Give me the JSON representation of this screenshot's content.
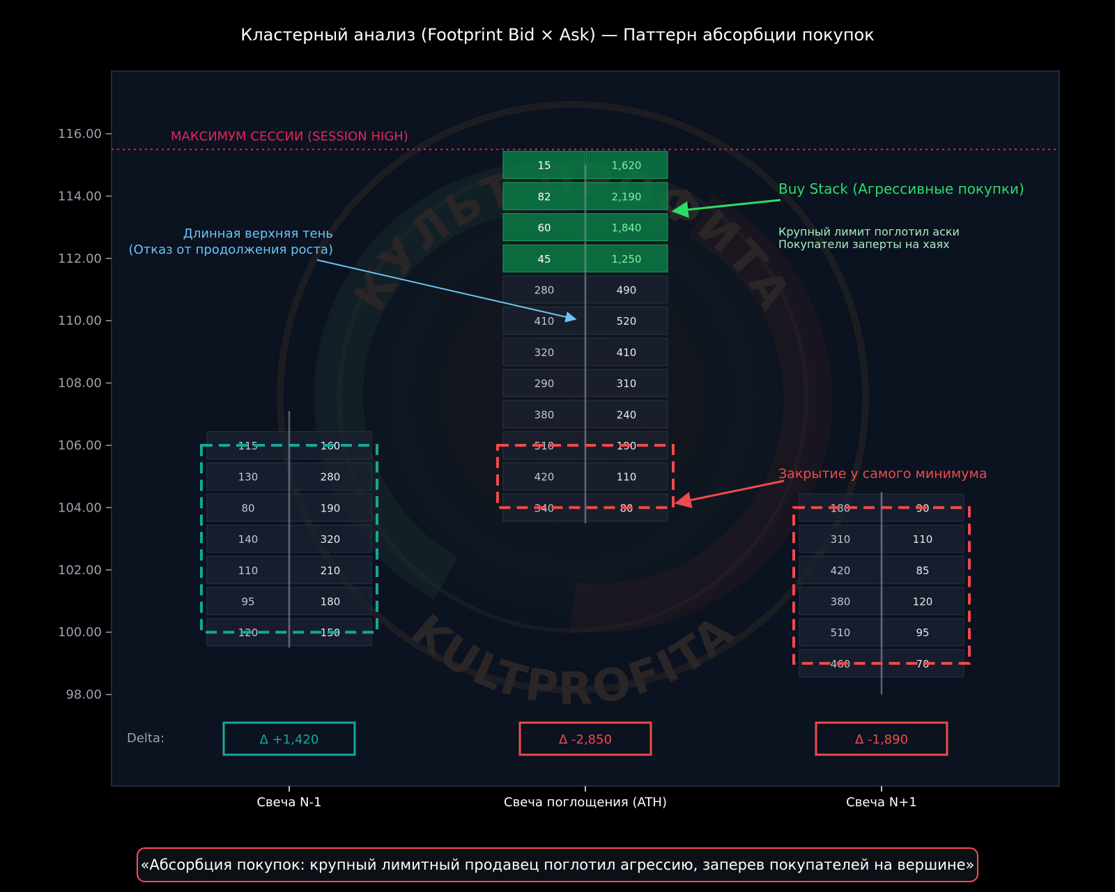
{
  "title": "Кластерный анализ (Footprint Bid × Ask) — Паттерн абсорбции покупок",
  "colors": {
    "background": "#000000",
    "plot_bg": "#0b1220",
    "cell": "#1b2230",
    "buy_stack": "#0b7a45",
    "buy_green": "#2bdc6a",
    "teal": "#14a89a",
    "red": "#ef4b4b",
    "session_high": "#e6245d",
    "annotation_blue": "#6cc3f5",
    "tick_text": "#9aa3b2"
  },
  "chart_data": {
    "type": "footprint",
    "y_ticks": [
      "116.00",
      "114.00",
      "112.00",
      "110.00",
      "108.00",
      "106.00",
      "104.00",
      "102.00",
      "100.00",
      "98.00"
    ],
    "ylim": [
      95.2,
      117.5
    ],
    "grid": false,
    "session_high": {
      "label": "МАКСИМУМ СЕССИИ (SESSION HIGH)",
      "value": 115.5
    },
    "delta_label": "Delta:",
    "candles": [
      {
        "name": "Свеча N-1",
        "wick": [
          99.5,
          107.1
        ],
        "highlight": {
          "color": "teal",
          "from": 100.0,
          "to": 106.0
        },
        "delta": "Δ +1,420",
        "delta_color": "teal",
        "rows": [
          {
            "price": 106.0,
            "bid": "115",
            "ask": "160"
          },
          {
            "price": 105.0,
            "bid": "130",
            "ask": "280"
          },
          {
            "price": 104.0,
            "bid": "80",
            "ask": "190"
          },
          {
            "price": 103.0,
            "bid": "140",
            "ask": "320"
          },
          {
            "price": 102.0,
            "bid": "110",
            "ask": "210"
          },
          {
            "price": 101.0,
            "bid": "95",
            "ask": "180"
          },
          {
            "price": 100.0,
            "bid": "120",
            "ask": "150"
          }
        ]
      },
      {
        "name": "Свеча поглощения (ATH)",
        "wick": [
          103.5,
          115.0
        ],
        "highlight": {
          "color": "red",
          "from": 104.0,
          "to": 106.0
        },
        "delta": "Δ -2,850",
        "delta_color": "red",
        "rows": [
          {
            "price": 115.0,
            "bid": "15",
            "ask": "1,620",
            "stack": true
          },
          {
            "price": 114.0,
            "bid": "82",
            "ask": "2,190",
            "stack": true
          },
          {
            "price": 113.0,
            "bid": "60",
            "ask": "1,840",
            "stack": true
          },
          {
            "price": 112.0,
            "bid": "45",
            "ask": "1,250",
            "stack": true
          },
          {
            "price": 111.0,
            "bid": "280",
            "ask": "490"
          },
          {
            "price": 110.0,
            "bid": "410",
            "ask": "520"
          },
          {
            "price": 109.0,
            "bid": "320",
            "ask": "410"
          },
          {
            "price": 108.0,
            "bid": "290",
            "ask": "310"
          },
          {
            "price": 107.0,
            "bid": "380",
            "ask": "240"
          },
          {
            "price": 106.0,
            "bid": "510",
            "ask": "190"
          },
          {
            "price": 105.0,
            "bid": "420",
            "ask": "110"
          },
          {
            "price": 104.0,
            "bid": "340",
            "ask": "80"
          }
        ]
      },
      {
        "name": "Свеча N+1",
        "wick": [
          98.0,
          104.5
        ],
        "highlight": {
          "color": "red",
          "from": 99.0,
          "to": 104.0
        },
        "delta": "Δ -1,890",
        "delta_color": "red",
        "rows": [
          {
            "price": 104.0,
            "bid": "180",
            "ask": "90"
          },
          {
            "price": 103.0,
            "bid": "310",
            "ask": "110"
          },
          {
            "price": 102.0,
            "bid": "420",
            "ask": "85"
          },
          {
            "price": 101.0,
            "bid": "380",
            "ask": "120"
          },
          {
            "price": 100.0,
            "bid": "510",
            "ask": "95"
          },
          {
            "price": 99.0,
            "bid": "460",
            "ask": "70"
          }
        ]
      }
    ],
    "annotations": {
      "buy_stack": {
        "title": "Buy Stack (Агрессивные покупки)",
        "line1": "Крупный лимит поглотил аски",
        "line2": "Покупатели заперты на хаях"
      },
      "upper_wick": {
        "line1": "Длинная верхняя тень",
        "line2": "(Отказ от продолжения роста)"
      },
      "close_low": {
        "text": "Закрытие у самого минимума"
      }
    }
  },
  "watermark": {
    "top_text": "КУЛЬТ ПРОФИТА",
    "bottom_text": "KULTPROFITA"
  },
  "caption": "«Абсорбция покупок: крупный лимитный продавец поглотил агрессию, заперев покупателей на вершине»"
}
